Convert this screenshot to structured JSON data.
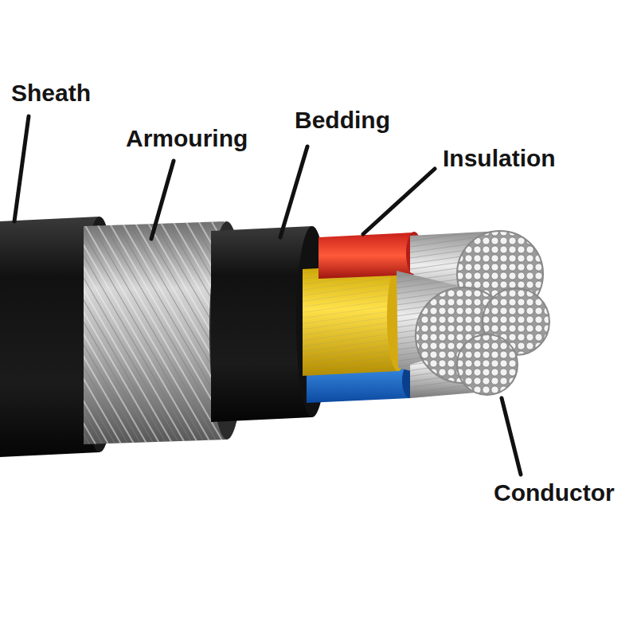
{
  "diagram": {
    "labels": [
      "Sheath",
      "Armouring",
      "Bedding",
      "Insulation",
      "Conductor"
    ]
  }
}
